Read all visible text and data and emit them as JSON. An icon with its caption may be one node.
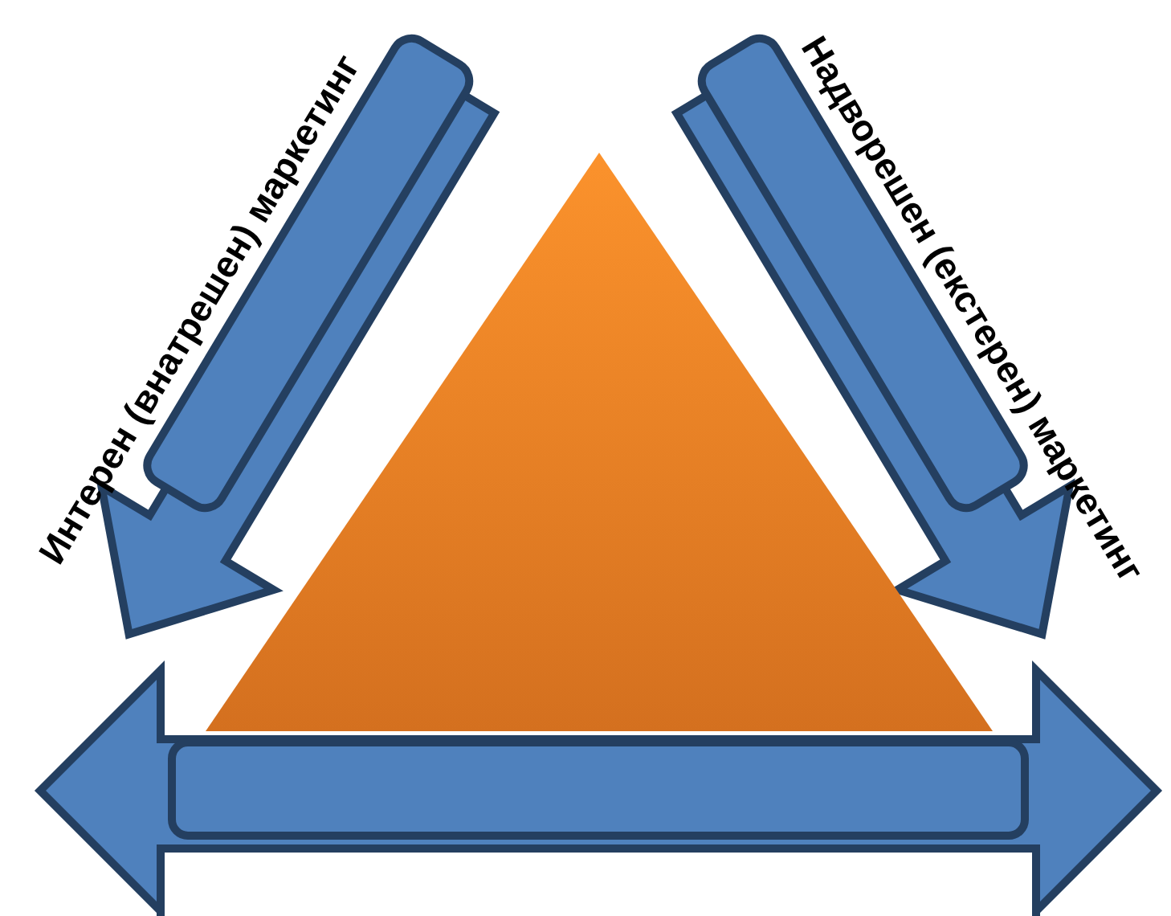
{
  "diagram": {
    "nodes": [
      {
        "text": [],
        "shape": "triangle"
      },
      {
        "text": [
          "Интерен (внатрешен) маркетинг"
        ]
      },
      {
        "text": [
          "Надворешен (екстерен) маркетинг"
        ]
      },
      {
        "text": [],
        "shape": "arrow"
      }
    ]
  }
}
